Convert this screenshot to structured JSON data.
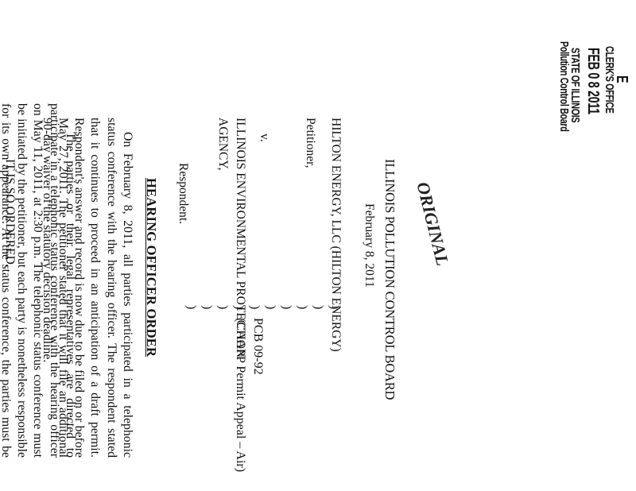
{
  "stamp": {
    "letter": "E",
    "office": "CLERK'S OFFICE",
    "date": "FEB 0 8 2011",
    "state": "STATE OF ILLINOIS",
    "board": "Pollution Control Board",
    "original": "ORIGINAL"
  },
  "header": {
    "board_name": "ILLINOIS POLLUTION CONTROL BOARD",
    "date": "February 8, 2011"
  },
  "caption": {
    "petitioner_name": "HILTON ENERGY, LLC (HILTON ENERGY)",
    "petitioner_label": "Petitioner,",
    "versus": "v.",
    "respondent_name_1": "ILLINOIS ENVIRONMENTAL PROTECTION",
    "respondent_name_2": "AGENCY,",
    "respondent_label": "Respondent.",
    "paren_column": ")\n)\n)\n)\n)\n)\n)\n)\n)\n)",
    "case_number": "PCB 09-92",
    "case_type": "(CAAPP Permit Appeal – Air)"
  },
  "order": {
    "heading": "HEARING OFFICER ORDER",
    "paragraph_1": "On February 8, 2011, all parties participated in a telephonic status conference with the hearing officer. The respondent stated that it continues to proceed in an anticipation of a draft permit. Respondent's answer and record is now due to be filed on or before May 27, 2011. The petitioner stated that it will file an additional 90-day waiver of the statutory decision deadline.",
    "paragraph_2": "The parties or their legal representatives are directed to participate in a telephonic status conference with the hearing officer on May 11, 2011, at 2:30 p.m. The telephonic status conference must be initiated by the petitioner, but each party is nonetheless responsible for its own appearance. At the status conference, the parties must be prepared to discuss the status of the above-captioned matter and their readiness for hearing.",
    "closing": "IT IS SO ORDERED."
  }
}
